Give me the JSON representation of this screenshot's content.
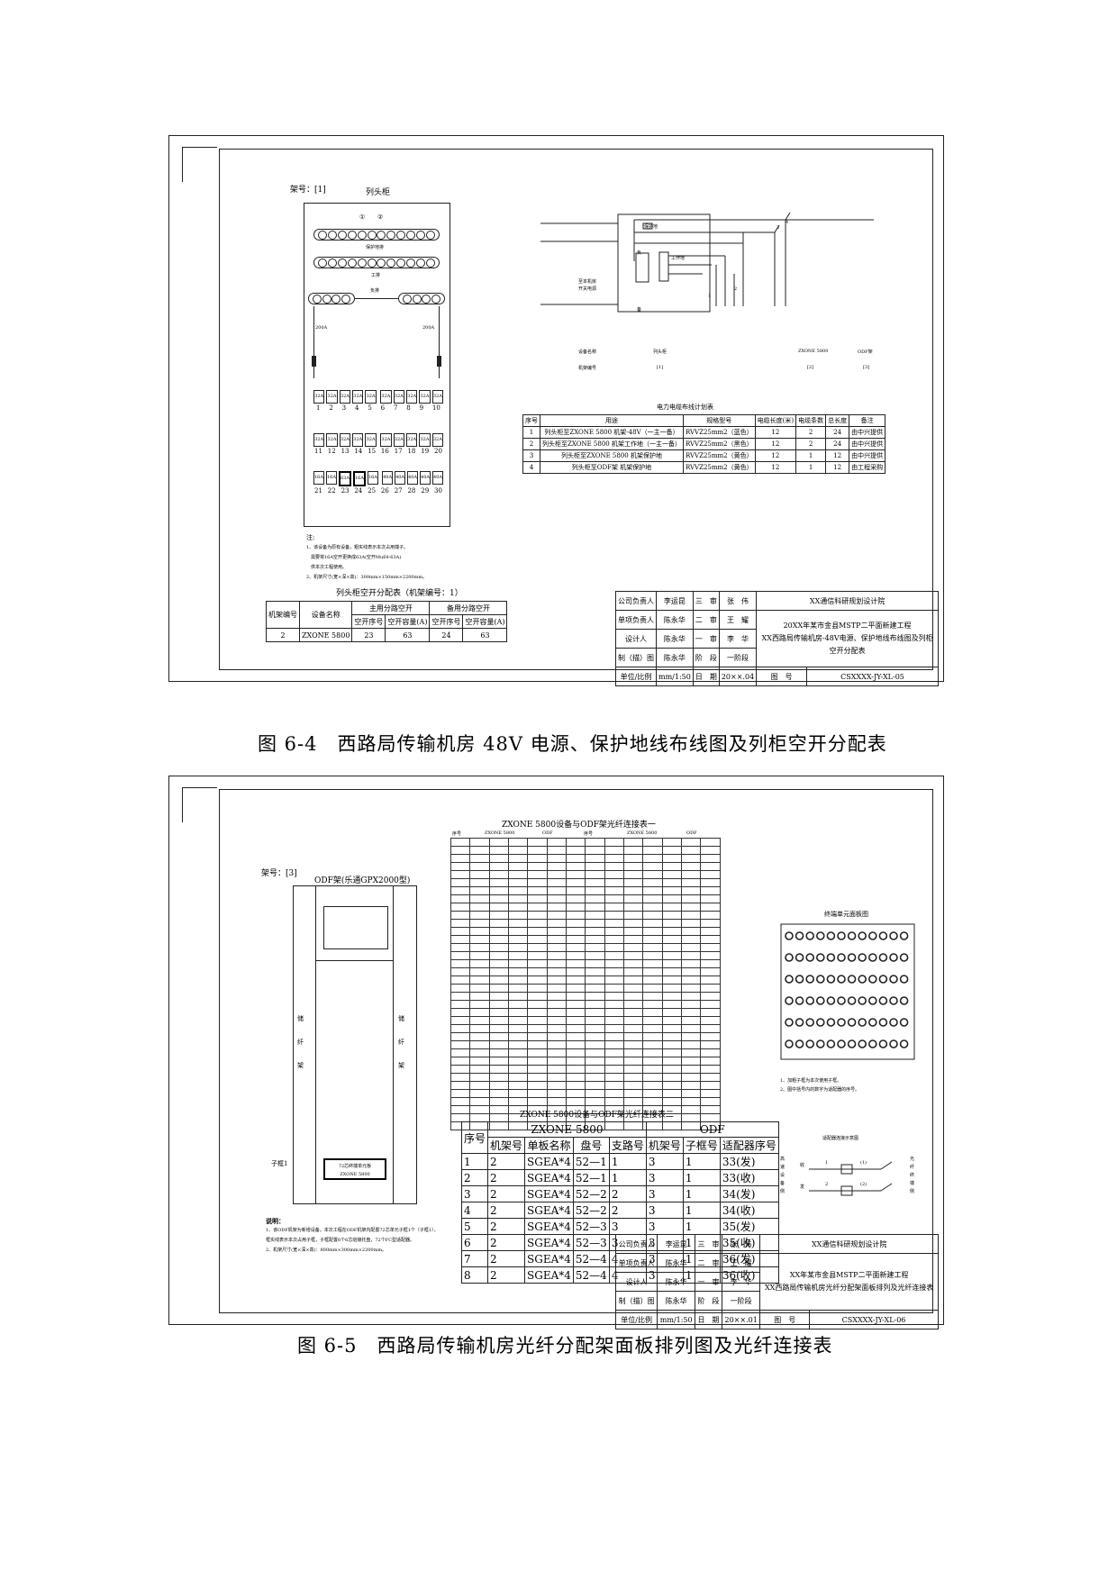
{
  "figure1": {
    "caption": "图 6-4　西路局传输机房 48V 电源、保护地线布线图及列柜空开分配表",
    "rack_label": "架号：[1]",
    "cabinet_title": "列头柜",
    "marks": [
      "①",
      "②"
    ],
    "bus_protect": "保护地排",
    "bus_work": "工排",
    "bus_neg": "负排",
    "fuse_left": "200A",
    "fuse_right": "200A",
    "breaker_rows": [
      {
        "ratings": [
          "32A",
          "32A",
          "32A",
          "32A",
          "32A",
          "32A",
          "32A",
          "32A",
          "32A",
          "32A"
        ],
        "numbers": [
          "1",
          "2",
          "3",
          "4",
          "5",
          "6",
          "7",
          "8",
          "9",
          "10"
        ]
      },
      {
        "ratings": [
          "32A",
          "32A",
          "32A",
          "32A",
          "32A",
          "32A",
          "32A",
          "32A",
          "32A",
          "32A"
        ],
        "numbers": [
          "11",
          "12",
          "13",
          "14",
          "15",
          "16",
          "17",
          "18",
          "19",
          "20"
        ]
      },
      {
        "ratings": [
          "16A",
          "16A",
          "63A",
          "16A",
          "16A",
          "40A",
          "40A",
          "40A",
          "40A",
          "40A"
        ],
        "numbers": [
          "21",
          "22",
          "23",
          "24",
          "25",
          "26",
          "27",
          "28",
          "29",
          "30"
        ]
      }
    ],
    "notes_title": "注:",
    "notes": [
      "1、该设备为原有设备，粗实线表示本次占用端子。",
      "　需要将16A空开更换成63A(空开Mu69-63A)",
      "　供本次工程使用。",
      "2、机架尺寸(宽×深×高)：300mm×150mm×2200mm。"
    ],
    "alloc_title": "列头柜空开分配表（机架编号：1）",
    "alloc_headers": {
      "rack_no": "机架编号",
      "device": "设备名称",
      "main": "主用分路空开",
      "backup": "备用分路空开",
      "seq": "空开序号",
      "cap": "空开容量(A)"
    },
    "alloc_rows": [
      {
        "rack": "2",
        "device": "ZXONE 5800",
        "main_seq": "23",
        "main_cap": "63",
        "backup_seq": "24",
        "backup_cap": "63"
      }
    ],
    "wiring": {
      "protect_ground": "保护地",
      "work_ground": "工作地",
      "source": [
        "至本机房",
        "开关电源"
      ],
      "neg": "负",
      "pos": "备",
      "line_labels": [
        "1",
        "2",
        "3",
        "4"
      ],
      "row_device_name": "设备名称",
      "row_rack_no": "机架编号",
      "names": [
        "列头柜",
        "ZXONE 5800",
        "ODF架"
      ],
      "numbers": [
        "[1]",
        "[2]",
        "[3]"
      ]
    },
    "cable_table": {
      "title": "电力电缆布线计划表",
      "headers": [
        "序号",
        "用途",
        "规格型号",
        "电缆长度(米)",
        "电缆条数",
        "总长度",
        "备注"
      ],
      "rows": [
        [
          "1",
          "列头柜至ZXONE 5800 机架-48V（一主一备）",
          "RVVZ25mm2（蓝色）",
          "12",
          "2",
          "24",
          "由中兴提供"
        ],
        [
          "2",
          "列头柜至ZXONE 5800 机架工作地（一主一备）",
          "RVVZ25mm2（黑色）",
          "12",
          "2",
          "24",
          "由中兴提供"
        ],
        [
          "3",
          "列头柜至ZXONE 5800 机架保护地",
          "RVVZ25mm2（黄色）",
          "12",
          "1",
          "12",
          "由中兴提供"
        ],
        [
          "4",
          "列头柜至ODF架 机架保护地",
          "RVVZ25mm2（黄色）",
          "12",
          "1",
          "12",
          "由工程采购"
        ]
      ]
    },
    "title_block": {
      "rows": [
        [
          "公司负责人",
          "李运昆",
          "三　审",
          "张　伟"
        ],
        [
          "单项负责人",
          "陈永华",
          "二　审",
          "王　耀"
        ],
        [
          "设计人",
          "陈永华",
          "一　审",
          "李　华"
        ],
        [
          "制（描）图",
          "陈永华",
          "阶　段",
          "一阶段"
        ],
        [
          "单位/比例",
          "mm/1:50",
          "日　期",
          "20××.04"
        ]
      ],
      "drawing_no_label": "图　号",
      "drawing_no": "CSXXXX-JY-XL-05",
      "org": "XX通信科研规划设计院",
      "project": "20XX年某市金县MSTP二平面新建工程",
      "drawing_name": "XX西路局传输机房-48V电源、保护地线布线图及列柜空开分配表"
    }
  },
  "figure2": {
    "caption": "图 6-5　西路局传输机房光纤分配架面板排列图及光纤连接表",
    "rack_label": "架号：[3]",
    "odf_title": "ODF架(乐通GPX2000型)",
    "storage_left": [
      "储",
      "纤",
      "架"
    ],
    "storage_right": [
      "储",
      "纤",
      "架"
    ],
    "subframe_label": "子框1",
    "subframe_box": [
      "72芯终端单元板",
      "ZXONE 5800"
    ],
    "table1_title": "ZXONE 5800设备与ODF架光纤连接表一",
    "table1_headers": [
      "序号",
      "ZXONE 5800",
      "ODF",
      "序号",
      "ZXONE 5800",
      "ODF"
    ],
    "table2_title": "ZXONE 5800设备与ODF架光纤连接表二",
    "table2_group_headers": [
      "序号",
      "ZXONE 5800",
      "ODF"
    ],
    "table2_headers": [
      "机架号",
      "单板名称",
      "盘号",
      "支路号",
      "机架号",
      "子框号",
      "适配器序号"
    ],
    "table2_rows": [
      [
        "1",
        "2",
        "SGEA*4",
        "52—1",
        "1",
        "3",
        "1",
        "33(发)"
      ],
      [
        "2",
        "2",
        "SGEA*4",
        "52—1",
        "1",
        "3",
        "1",
        "33(收)"
      ],
      [
        "3",
        "2",
        "SGEA*4",
        "52—2",
        "2",
        "3",
        "1",
        "34(发)"
      ],
      [
        "4",
        "2",
        "SGEA*4",
        "52—2",
        "2",
        "3",
        "1",
        "34(收)"
      ],
      [
        "5",
        "2",
        "SGEA*4",
        "52—3",
        "3",
        "3",
        "1",
        "35(发)"
      ],
      [
        "6",
        "2",
        "SGEA*4",
        "52—3",
        "3",
        "3",
        "1",
        "35(收)"
      ],
      [
        "7",
        "2",
        "SGEA*4",
        "52—4",
        "4",
        "3",
        "1",
        "36(发)"
      ],
      [
        "8",
        "2",
        "SGEA*4",
        "52—4",
        "4",
        "3",
        "1",
        "36(收)"
      ]
    ],
    "panel_title": "终端单元面板图",
    "panel_notes": [
      "1、加粗子框为本次使用子框。",
      "2、图中括号内的数字为适配器的序号。"
    ],
    "connect_title": "适配器连接示意图",
    "connect_left": [
      "高",
      "速",
      "设",
      "备",
      "侧"
    ],
    "connect_right": [
      "光",
      "纤",
      "终",
      "端",
      "侧"
    ],
    "connect_labels": [
      "收",
      "发",
      "1",
      "2",
      "(1)",
      "(2)"
    ],
    "notes_title": "说明：",
    "notes": [
      "1、该ODF机架为新增设备。本次工程在ODF机架内配置72芯单元子框1个（子框1），",
      "框实线表示本次占用子框，子框配置6个6芯熔接托盘，72个FC型适配器。",
      "2、机架尺寸(宽×深×高)：800mm×300mm×2200mm。"
    ],
    "title_block": {
      "rows": [
        [
          "公司负责人",
          "李运昆",
          "三　审",
          "张　伟"
        ],
        [
          "单项负责人",
          "陈永华",
          "二　审",
          "王　耀"
        ],
        [
          "设计人",
          "陈永华",
          "一　审",
          "李　华"
        ],
        [
          "制（描）图",
          "陈永华",
          "阶　段",
          "一阶段"
        ],
        [
          "单位/比例",
          "mm/1:50",
          "日　期",
          "20××.01"
        ]
      ],
      "drawing_no_label": "图　号",
      "drawing_no": "CSXXXX-JY-XL-06",
      "org": "XX通信科研规划设计院",
      "project": "XX年某市金县MSTP二平面新建工程",
      "drawing_name": "XX西路局传输机房光纤分配架面板排列及光纤连接表"
    }
  }
}
